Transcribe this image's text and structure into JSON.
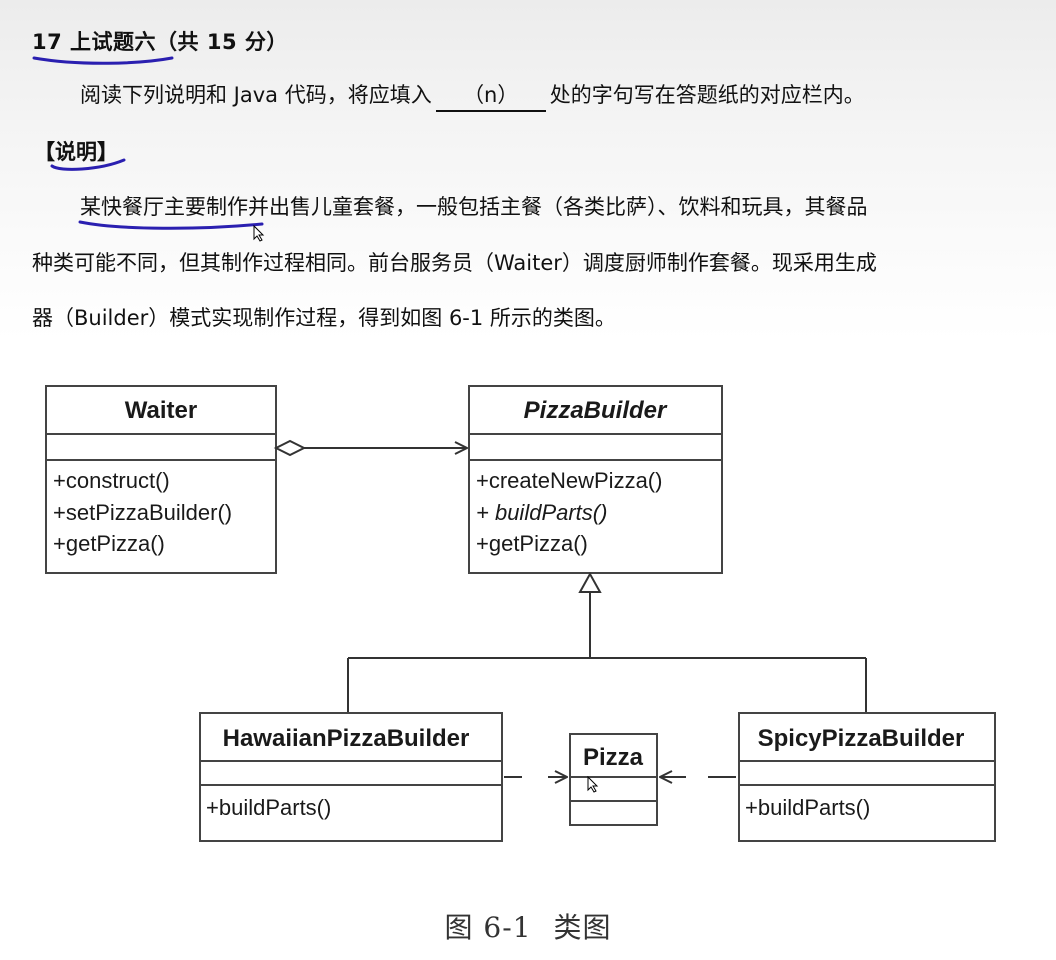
{
  "question": {
    "title": "17 上试题六（共 15 分）",
    "instruction_before": "阅读下列说明和 Java 代码，将应填入",
    "instruction_blank": "（n）",
    "instruction_after": "处的字句写在答题纸的对应栏内。"
  },
  "section": {
    "heading": "【说明】",
    "paragraph_lines": [
      "某快餐厅主要制作并出售儿童套餐，一般包括主餐（各类比萨）、饮料和玩具，其餐品",
      "种类可能不同，但其制作过程相同。前台服务员（Waiter）调度厨师制作套餐。现采用生成",
      "器（Builder）模式实现制作过程，得到如图 6-1 所示的类图。"
    ]
  },
  "diagram": {
    "classes": {
      "waiter": {
        "name": "Waiter",
        "operations": [
          "+construct()",
          "+setPizzaBuilder()",
          "+getPizza()"
        ]
      },
      "pizza_builder": {
        "name": "PizzaBuilder",
        "abstract": true,
        "operations": [
          "+createNewPizza()",
          "+ buildParts()",
          "+getPizza()"
        ]
      },
      "hawaiian": {
        "name": "HawaiianPizzaBuilder",
        "operations": [
          "+buildParts()"
        ]
      },
      "pizza": {
        "name": "Pizza",
        "operations": []
      },
      "spicy": {
        "name": "SpicyPizzaBuilder",
        "operations": [
          "+buildParts()"
        ]
      }
    },
    "relationships": [
      {
        "from": "Waiter",
        "to": "PizzaBuilder",
        "kind": "aggregation"
      },
      {
        "from": "HawaiianPizzaBuilder",
        "to": "PizzaBuilder",
        "kind": "generalization"
      },
      {
        "from": "SpicyPizzaBuilder",
        "to": "PizzaBuilder",
        "kind": "generalization"
      },
      {
        "from": "HawaiianPizzaBuilder",
        "to": "Pizza",
        "kind": "dependency"
      },
      {
        "from": "SpicyPizzaBuilder",
        "to": "Pizza",
        "kind": "dependency"
      }
    ]
  },
  "caption": {
    "figure_no": "图 6-1",
    "label": "类图"
  },
  "annotation_color": "#2a1fb0"
}
